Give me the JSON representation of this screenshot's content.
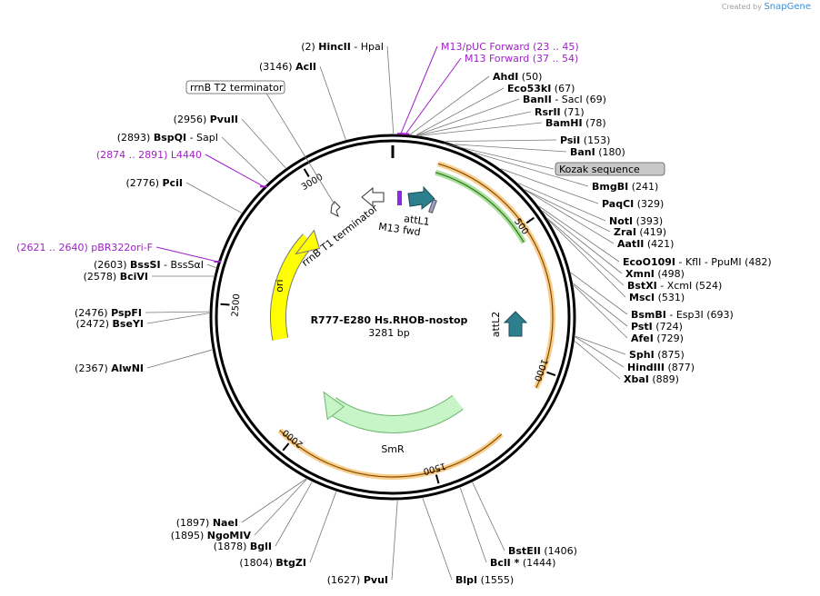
{
  "credit": {
    "prefix": "Created by",
    "brand": "SnapGene"
  },
  "plasmid": {
    "name": "R777-E280 Hs.RHOB-nostop",
    "size_label": "3281 bp",
    "length": 3281
  },
  "ruler": [
    {
      "pos": 500,
      "label": "500"
    },
    {
      "pos": 1000,
      "label": "1000"
    },
    {
      "pos": 1500,
      "label": "1500"
    },
    {
      "pos": 2000,
      "label": "2000"
    },
    {
      "pos": 2500,
      "label": "2500"
    },
    {
      "pos": 3000,
      "label": "3000"
    }
  ],
  "features": [
    {
      "name": "attL1",
      "label": "attL1",
      "start": 60,
      "end": 160,
      "color": "#2e7f8e",
      "type": "arrow"
    },
    {
      "name": "attL2",
      "label": "attL2",
      "start": 760,
      "end": 860,
      "color": "#2e7f8e",
      "type": "arrow"
    },
    {
      "name": "M13 fwd",
      "label": "M13 fwd",
      "start": 20,
      "end": 36,
      "color": "#8a2be2",
      "type": "box"
    },
    {
      "name": "rrnB T1 terminator",
      "label": "rrnB T1 terminator",
      "start": 3190,
      "end": 3240,
      "color": "#ffffff",
      "type": "arrow-outline"
    },
    {
      "name": "rrnB T2 terminator",
      "label": "",
      "start": 3130,
      "end": 3160,
      "color": "#ffffff",
      "type": "arrow-outline"
    },
    {
      "name": "ori",
      "label": "ori",
      "start": 2360,
      "end": 2850,
      "color": "#ffff00",
      "type": "arrow-rev"
    },
    {
      "name": "SmR",
      "label": "SmR",
      "start": 1300,
      "end": 1960,
      "color": "#c8f5c8",
      "type": "arrow-rev"
    }
  ],
  "orfs": [
    {
      "start": 150,
      "end": 1060,
      "color": "#f0a830",
      "dir": "fwd"
    },
    {
      "start": 1250,
      "end": 2050,
      "color": "#f0a830",
      "dir": "rev"
    },
    {
      "start": 150,
      "end": 550,
      "color": "#66c24a",
      "dir": "fwd"
    }
  ],
  "sites": [
    {
      "text_l": "(2)  ",
      "name": "HincII",
      "text_r": "  -  HpaI",
      "pos": 2
    },
    {
      "text_l": "(3146)  ",
      "name": "AclI",
      "text_r": "",
      "pos": 3146
    },
    {
      "text_l": "(2956)  ",
      "name": "PvuII",
      "text_r": "",
      "pos": 2956
    },
    {
      "text_l": "(2893)  ",
      "name": "BspQI",
      "text_r": "  -  SapI",
      "pos": 2893
    },
    {
      "text_l": "(2776)  ",
      "name": "PciI",
      "text_r": "",
      "pos": 2776
    },
    {
      "text_l": "(2603)  ",
      "name": "BssSI",
      "text_r": "  -  BssSαI",
      "pos": 2603
    },
    {
      "text_l": "(2578)  ",
      "name": "BciVI",
      "text_r": "",
      "pos": 2578
    },
    {
      "text_l": "(2476)  ",
      "name": "PspFI",
      "text_r": "",
      "pos": 2476
    },
    {
      "text_l": "(2472)  ",
      "name": "BseYI",
      "text_r": "",
      "pos": 2472
    },
    {
      "text_l": "(2367)  ",
      "name": "AlwNI",
      "text_r": "",
      "pos": 2367
    },
    {
      "text_l": "(1897)  ",
      "name": "NaeI",
      "text_r": "",
      "pos": 1897
    },
    {
      "text_l": "(1895)  ",
      "name": "NgoMIV",
      "text_r": "",
      "pos": 1895
    },
    {
      "text_l": "(1878)  ",
      "name": "BglI",
      "text_r": "",
      "pos": 1878
    },
    {
      "text_l": "(1804)  ",
      "name": "BtgZI",
      "text_r": "",
      "pos": 1804
    },
    {
      "text_l": "(1627)  ",
      "name": "PvuI",
      "text_r": "",
      "pos": 1627
    },
    {
      "text_l": "",
      "name": "BlpI",
      "text_r": "  (1555)",
      "pos": 1555
    },
    {
      "text_l": "",
      "name": "BclI *",
      "text_r": "  (1444)",
      "pos": 1444
    },
    {
      "text_l": "",
      "name": "BstEII",
      "text_r": "  (1406)",
      "pos": 1406
    },
    {
      "text_l": "",
      "name": "AhdI",
      "text_r": "  (50)",
      "pos": 50
    },
    {
      "text_l": "",
      "name": "Eco53kI",
      "text_r": "  (67)",
      "pos": 67
    },
    {
      "text_l": "",
      "name": "BanII",
      "text_r": "  -  SacI   (69)",
      "pos": 69
    },
    {
      "text_l": "",
      "name": "RsrII",
      "text_r": "  (71)",
      "pos": 71
    },
    {
      "text_l": "",
      "name": "BamHI",
      "text_r": "  (78)",
      "pos": 78
    },
    {
      "text_l": "",
      "name": "PsiI",
      "text_r": "  (153)",
      "pos": 153
    },
    {
      "text_l": "",
      "name": "BanI",
      "text_r": "  (180)",
      "pos": 180
    },
    {
      "text_l": "",
      "name": "BmgBI",
      "text_r": "  (241)",
      "pos": 241
    },
    {
      "text_l": "",
      "name": "PaqCI",
      "text_r": "  (329)",
      "pos": 329
    },
    {
      "text_l": "",
      "name": "NotI",
      "text_r": "  (393)",
      "pos": 393
    },
    {
      "text_l": "",
      "name": "ZraI",
      "text_r": "  (419)",
      "pos": 419
    },
    {
      "text_l": "",
      "name": "AatII",
      "text_r": "  (421)",
      "pos": 421
    },
    {
      "text_l": "",
      "name": "EcoO109I",
      "text_r": "  -  KflI   -  PpuMI   (482)",
      "pos": 482
    },
    {
      "text_l": "",
      "name": "XmnI",
      "text_r": "  (498)",
      "pos": 498
    },
    {
      "text_l": "",
      "name": "BstXI",
      "text_r": "  -  XcmI   (524)",
      "pos": 524
    },
    {
      "text_l": "",
      "name": "MscI",
      "text_r": "  (531)",
      "pos": 531
    },
    {
      "text_l": "",
      "name": "BsmBI",
      "text_r": "  -  Esp3I   (693)",
      "pos": 693
    },
    {
      "text_l": "",
      "name": "PstI",
      "text_r": "  (724)",
      "pos": 724
    },
    {
      "text_l": "",
      "name": "AfeI",
      "text_r": "  (729)",
      "pos": 729
    },
    {
      "text_l": "",
      "name": "SphI",
      "text_r": "  (875)",
      "pos": 875
    },
    {
      "text_l": "",
      "name": "HindIII",
      "text_r": "  (877)",
      "pos": 877
    },
    {
      "text_l": "",
      "name": "XbaI",
      "text_r": "  (889)",
      "pos": 889
    }
  ],
  "primers": [
    {
      "text": "M13/pUC Forward    (23 .. 45)",
      "pos": 23
    },
    {
      "text": "M13 Forward    (37 .. 54)",
      "pos": 37
    },
    {
      "text": "(2874 .. 2891)  L4440",
      "pos": 2874
    },
    {
      "text": "(2621 .. 2640)  pBR322ori-F",
      "pos": 2621
    }
  ],
  "boxed_labels": [
    {
      "text": "rrnB T2 terminator",
      "pos": 3146,
      "fill": "#ffffff"
    },
    {
      "text": "Kozak sequence",
      "pos": 220,
      "fill": "#c8c8c8"
    }
  ]
}
